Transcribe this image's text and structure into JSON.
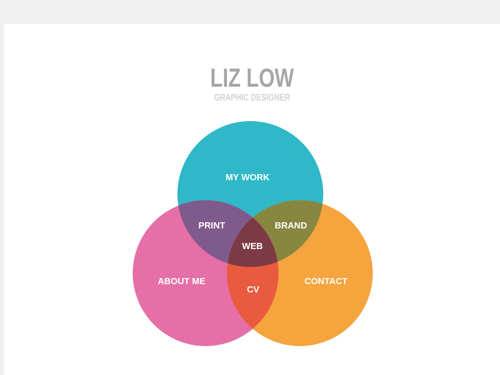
{
  "header": {
    "title": "LIZ LOW",
    "subtitle": "GRAPHIC DESIGNER"
  },
  "venn": {
    "colors": {
      "top": "#2fb8c7",
      "left": "#e56fa6",
      "right": "#f5a43e",
      "top_left": "#7f5a8c",
      "top_right": "#878740",
      "left_right": "#ea5a3f",
      "center": "#7c3a46"
    },
    "labels": {
      "my_work": "MY  WORK",
      "about_me": "ABOUT ME",
      "contact": "CONTACT",
      "print": "PRINT",
      "brand": "BRAND",
      "cv": "CV",
      "web": "WEB"
    }
  }
}
